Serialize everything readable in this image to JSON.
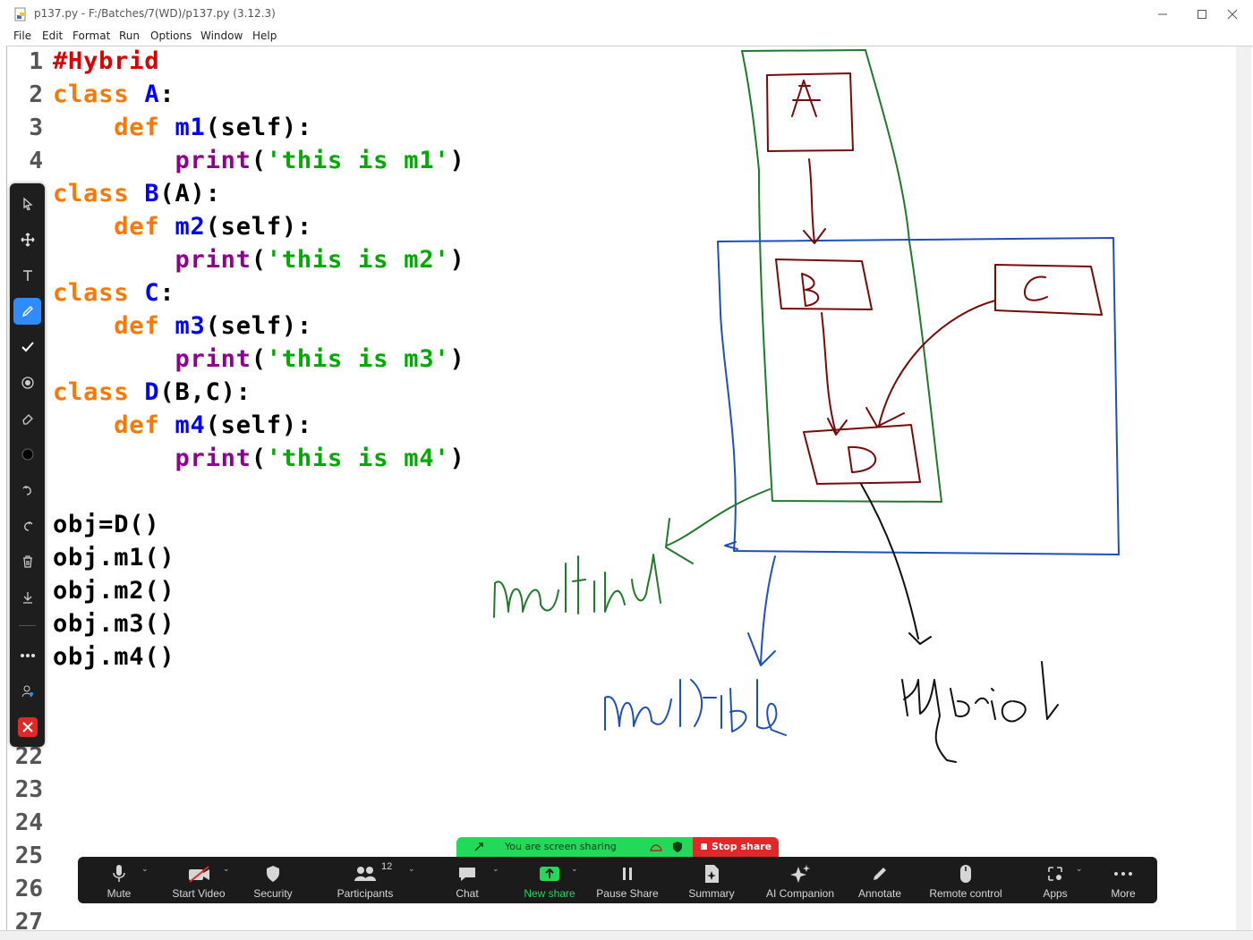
{
  "window": {
    "title": "p137.py - F:/Batches/7(WD)/p137.py (3.12.3)",
    "menu": [
      "File",
      "Edit",
      "Format",
      "Run",
      "Options",
      "Window",
      "Help"
    ]
  },
  "editor": {
    "line_numbers": [
      "1",
      "2",
      "3",
      "4",
      "22",
      "23",
      "24",
      "25",
      "26",
      "27"
    ],
    "code": {
      "l1": {
        "comment": "#Hybrid"
      },
      "l2": {
        "kw": "class",
        "name": "A",
        "rest": ":"
      },
      "l3": {
        "kw": "def",
        "name": "m1",
        "rest": "(self):"
      },
      "l4": {
        "fn": "print",
        "open": "(",
        "str": "'this is m1'",
        "close": ")"
      },
      "l5": {
        "kw": "class",
        "name": "B",
        "rest": "(A):"
      },
      "l6": {
        "kw": "def",
        "name": "m2",
        "rest": "(self):"
      },
      "l7": {
        "fn": "print",
        "open": "(",
        "str": "'this is m2'",
        "close": ")"
      },
      "l8": {
        "kw": "class",
        "name": "C",
        "rest": ":"
      },
      "l9": {
        "kw": "def",
        "name": "m3",
        "rest": "(self):"
      },
      "l10": {
        "fn": "print",
        "open": "(",
        "str": "'this is m3'",
        "close": ")"
      },
      "l11": {
        "kw": "class",
        "name": "D",
        "rest": "(B,C):"
      },
      "l12": {
        "kw": "def",
        "name": "m4",
        "rest": "(self):"
      },
      "l13": {
        "fn": "print",
        "open": "(",
        "str": "'this is m4'",
        "close": ")"
      },
      "l15": "obj=D()",
      "l16": "obj.m1()",
      "l17": "obj.m2()",
      "l18": "obj.m3()",
      "l19": "obj.m4()"
    }
  },
  "annotations": {
    "boxes": [
      "A",
      "B",
      "C",
      "D"
    ],
    "labels": {
      "green": "multilevel",
      "blue": "multiple",
      "black": "hybrid"
    },
    "colors": {
      "green": "#1f7a2e",
      "blue": "#1f4fbf",
      "dark_red": "#7a0a0a",
      "black": "#111111"
    }
  },
  "annotate_toolbar": {
    "tools": [
      "select-icon",
      "move-icon",
      "text-icon",
      "pen-icon",
      "stamp-icon",
      "spotlight-icon",
      "eraser-icon",
      "color-icon",
      "undo-icon",
      "redo-icon",
      "trash-icon",
      "save-icon",
      "more-icon",
      "participant-icon",
      "close-icon"
    ],
    "active_tool": "pen-icon"
  },
  "share_banner": {
    "status": "You are screen sharing",
    "stop": "Stop share"
  },
  "meeting_controls": {
    "mute": "Mute",
    "start_video": "Start Video",
    "security": "Security",
    "participants": "Participants",
    "participants_count": "12",
    "chat": "Chat",
    "new_share": "New share",
    "pause_share": "Pause Share",
    "summary": "Summary",
    "ai_companion": "AI Companion",
    "annotate": "Annotate",
    "remote_control": "Remote control",
    "apps": "Apps",
    "more": "More"
  }
}
